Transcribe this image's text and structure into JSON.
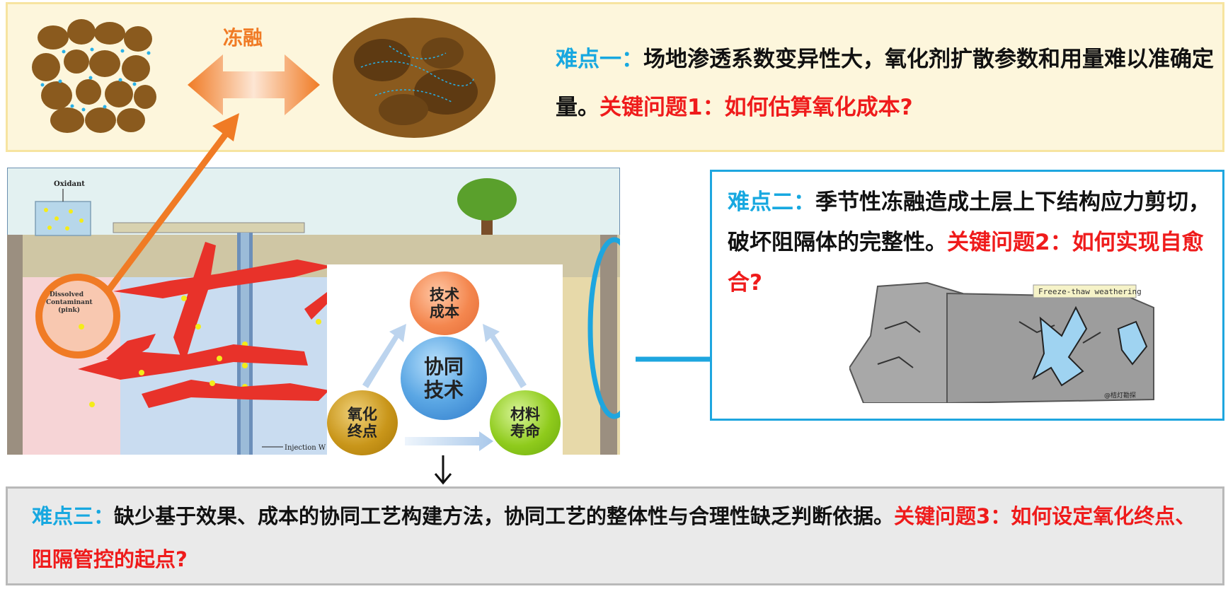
{
  "panel1": {
    "image_label": "冻融",
    "difficulty_label": "难点一：",
    "difficulty_text": "场地渗透系数变异性大，氧化剂扩散参数和用量难以准确定量。",
    "key_question": "关键问题1：如何估算氧化成本?"
  },
  "panel2": {
    "difficulty_label": "难点二：",
    "difficulty_text": "季节性冻融造成土层上下结构应力剪切，破坏阻隔体的完整性。",
    "key_question": "关键问题2：如何实现自愈合?",
    "image_caption": "Freeze-thaw weathering",
    "watermark": "@桔灯勘探"
  },
  "panel3": {
    "difficulty_label": "难点三：",
    "difficulty_text": "缺少基于效果、成本的协同工艺构建方法，协同工艺的整体性与合理性缺乏判断依据。",
    "key_question": "关键问题3：如何设定氧化终点、阻隔管控的起点?"
  },
  "site": {
    "oxidant_label": "Oxidant",
    "contaminant_label_1": "Dissolved",
    "contaminant_label_2": "Contaminant",
    "contaminant_label_3": "(pink)",
    "injection_label": "Injection W"
  },
  "synergy": {
    "tech_cost_1": "技术",
    "tech_cost_2": "成本",
    "center_1": "协同",
    "center_2": "技术",
    "ox_end_1": "氧化",
    "ox_end_2": "终点",
    "material_1": "材料",
    "material_2": "寿命"
  },
  "colors": {
    "accent_blue": "#17a8e0",
    "key_red": "#ef1b1b",
    "arrow_orange": "#f07b25"
  }
}
